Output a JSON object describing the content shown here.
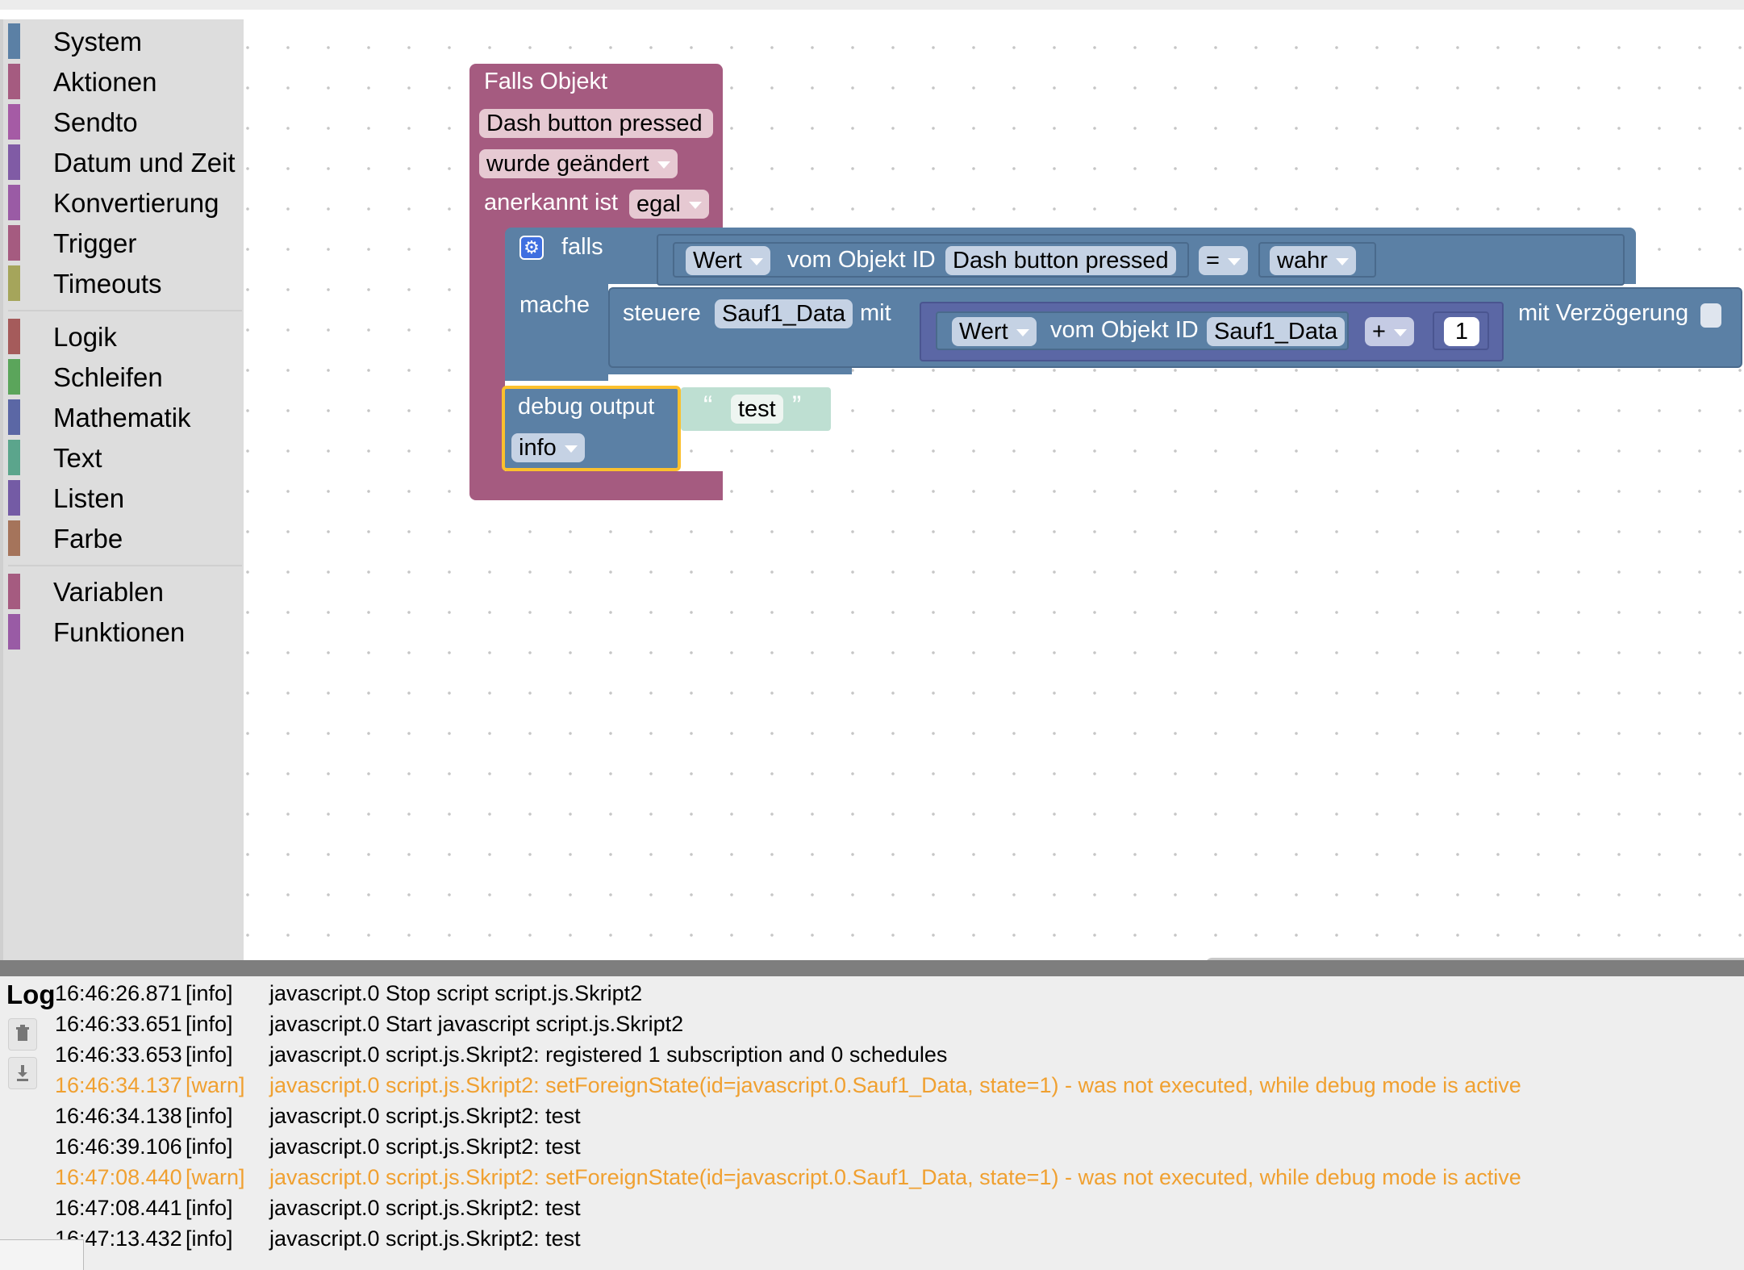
{
  "toolbox": {
    "categories": [
      {
        "label": "System",
        "color": "#5b80a5"
      },
      {
        "label": "Aktionen",
        "color": "#a55b80"
      },
      {
        "label": "Sendto",
        "color": "#a55ba5"
      },
      {
        "label": "Datum und Zeit",
        "color": "#805ba5"
      },
      {
        "label": "Konvertierung",
        "color": "#9a5ba5"
      },
      {
        "label": "Trigger",
        "color": "#a55b80"
      },
      {
        "label": "Timeouts",
        "color": "#a5a55b"
      },
      {
        "label": "Logik",
        "color": "#a55b5b"
      },
      {
        "label": "Schleifen",
        "color": "#5ba55b"
      },
      {
        "label": "Mathematik",
        "color": "#5b67a5"
      },
      {
        "label": "Text",
        "color": "#5ba58c"
      },
      {
        "label": "Listen",
        "color": "#745ba5"
      },
      {
        "label": "Farbe",
        "color": "#a5745b"
      },
      {
        "label": "Variablen",
        "color": "#a55b80"
      },
      {
        "label": "Funktionen",
        "color": "#995ba5"
      }
    ]
  },
  "blocks": {
    "trigger": {
      "title": "Falls Objekt",
      "object": "Dash button pressed",
      "change": "wurde geändert",
      "ack_label": "anerkannt ist",
      "ack_value": "egal",
      "color": "#a55b80"
    },
    "if_block": {
      "falls_label": "falls",
      "mache_label": "mache",
      "color": "#5b80a5",
      "condition": {
        "value_label": "Wert",
        "vom_label": "vom Objekt ID",
        "object": "Dash button pressed",
        "operator": "=",
        "compare": "wahr"
      }
    },
    "control": {
      "label": "steuere",
      "object": "Sauf1_Data",
      "mit_label": "mit",
      "value_label": "Wert",
      "vom_label": "vom Objekt ID",
      "value_object": "Sauf1_Data",
      "math_op": "+",
      "number": "1",
      "delay_label": "mit Verzögerung"
    },
    "debug": {
      "label": "debug output",
      "level": "info",
      "text": "test",
      "quote_open": "“",
      "quote_close": "”"
    }
  },
  "log": {
    "title": "Log",
    "rows": [
      {
        "time": "16:46:26.871",
        "level": "[info]",
        "message": "javascript.0 Stop script script.js.Skript2",
        "warn": false
      },
      {
        "time": "16:46:33.651",
        "level": "[info]",
        "message": "javascript.0 Start javascript script.js.Skript2",
        "warn": false
      },
      {
        "time": "16:46:33.653",
        "level": "[info]",
        "message": "javascript.0 script.js.Skript2: registered 1 subscription and 0 schedules",
        "warn": false
      },
      {
        "time": "16:46:34.137",
        "level": "[warn]",
        "message": "javascript.0 script.js.Skript2: setForeignState(id=javascript.0.Sauf1_Data, state=1) - was not executed, while debug mode is active",
        "warn": true
      },
      {
        "time": "16:46:34.138",
        "level": "[info]",
        "message": "javascript.0 script.js.Skript2: test",
        "warn": false
      },
      {
        "time": "16:46:39.106",
        "level": "[info]",
        "message": "javascript.0 script.js.Skript2: test",
        "warn": false
      },
      {
        "time": "16:47:08.440",
        "level": "[warn]",
        "message": "javascript.0 script.js.Skript2: setForeignState(id=javascript.0.Sauf1_Data, state=1) - was not executed, while debug mode is active",
        "warn": true
      },
      {
        "time": "16:47:08.441",
        "level": "[info]",
        "message": "javascript.0 script.js.Skript2: test",
        "warn": false
      },
      {
        "time": "16:47:13.432",
        "level": "[info]",
        "message": "javascript.0 script.js.Skript2: test",
        "warn": false
      }
    ]
  }
}
